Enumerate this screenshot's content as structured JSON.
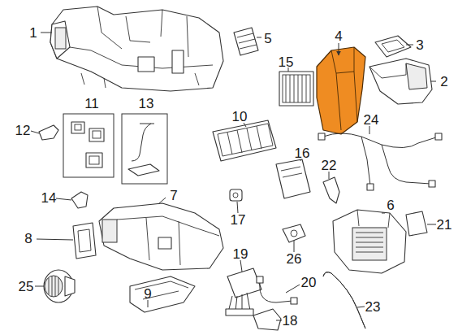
{
  "diagram": {
    "labels": [
      "1",
      "5",
      "4",
      "3",
      "15",
      "2",
      "11",
      "13",
      "12",
      "10",
      "24",
      "16",
      "22",
      "14",
      "7",
      "17",
      "21",
      "6",
      "8",
      "19",
      "26",
      "25",
      "20",
      "9",
      "23",
      "18"
    ]
  }
}
